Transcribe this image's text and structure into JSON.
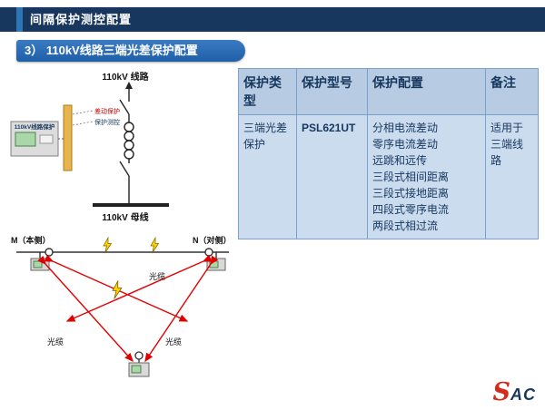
{
  "slide": {
    "title": "间隔保护测控配置",
    "subtitle": "3） 110kV线路三端光差保护配置"
  },
  "table": {
    "headers": [
      "保护类型",
      "保护型号",
      "保护配置",
      "备注"
    ],
    "row": {
      "protection_type": "三端光差保护",
      "model": "PSL621UT",
      "config_lines": [
        "分相电流差动",
        "零序电流差动",
        "远跳和远传",
        "三段式相间距离",
        "三段式接地距离",
        "四段式零序电流",
        "两段式相过流"
      ],
      "note": "适用于三端线路"
    }
  },
  "single_line_diagram": {
    "line_label": "110kV 线路",
    "bus_label": "110kV 母线",
    "device_label": "110kV线路保护",
    "annotation_red": "差动保护",
    "annotation_dark": "保护测控"
  },
  "network_diagram": {
    "m_label": "M（本侧）",
    "n_label": "N（对侧）",
    "cable_label_top": "光缆",
    "cable_label_left": "光缆",
    "cable_label_right": "光缆"
  },
  "logo": {
    "s": "S",
    "ac": "AC"
  },
  "colors": {
    "header_bar": "#17375E",
    "banner": "#1F5FA8",
    "table_border": "#7BA0CC",
    "arrow_red": "#E00000",
    "bolt_yellow": "#FFD400"
  }
}
